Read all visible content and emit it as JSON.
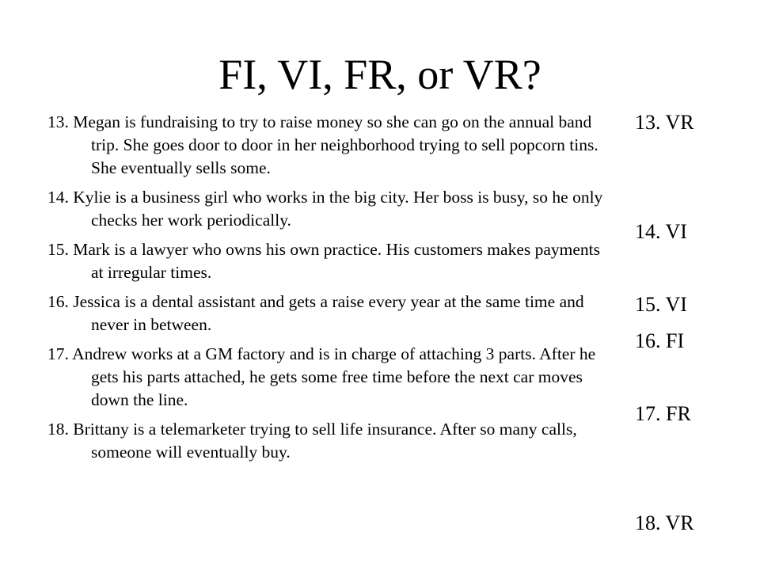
{
  "slide": {
    "title": "FI, VI, FR, or VR?"
  },
  "questions": [
    {
      "text": "13. Megan is fundraising to try to raise money so she can go on the annual band trip. She goes door to door in her neighborhood trying to sell popcorn tins. She eventually sells some."
    },
    {
      "text": "14. Kylie is a business girl who works in the big city. Her boss is busy, so he only checks her work periodically."
    },
    {
      "text": "15. Mark is a lawyer who owns his own practice. His customers makes payments at irregular times."
    },
    {
      "text": "16. Jessica is a dental assistant and gets a raise every year at the same time and never in between."
    },
    {
      "text": "17. Andrew works at a GM factory and is in charge of attaching 3 parts. After he gets his parts attached, he gets some free time before the next car moves down the line."
    },
    {
      "text": "18. Brittany is a telemarketer trying to sell life insurance. After so many calls, someone will eventually buy."
    }
  ],
  "answers": [
    {
      "text": "13. VR"
    },
    {
      "text": "14. VI"
    },
    {
      "text": "15. VI"
    },
    {
      "text": "16. FI"
    },
    {
      "text": "17. FR"
    },
    {
      "text": "18. VR"
    }
  ]
}
